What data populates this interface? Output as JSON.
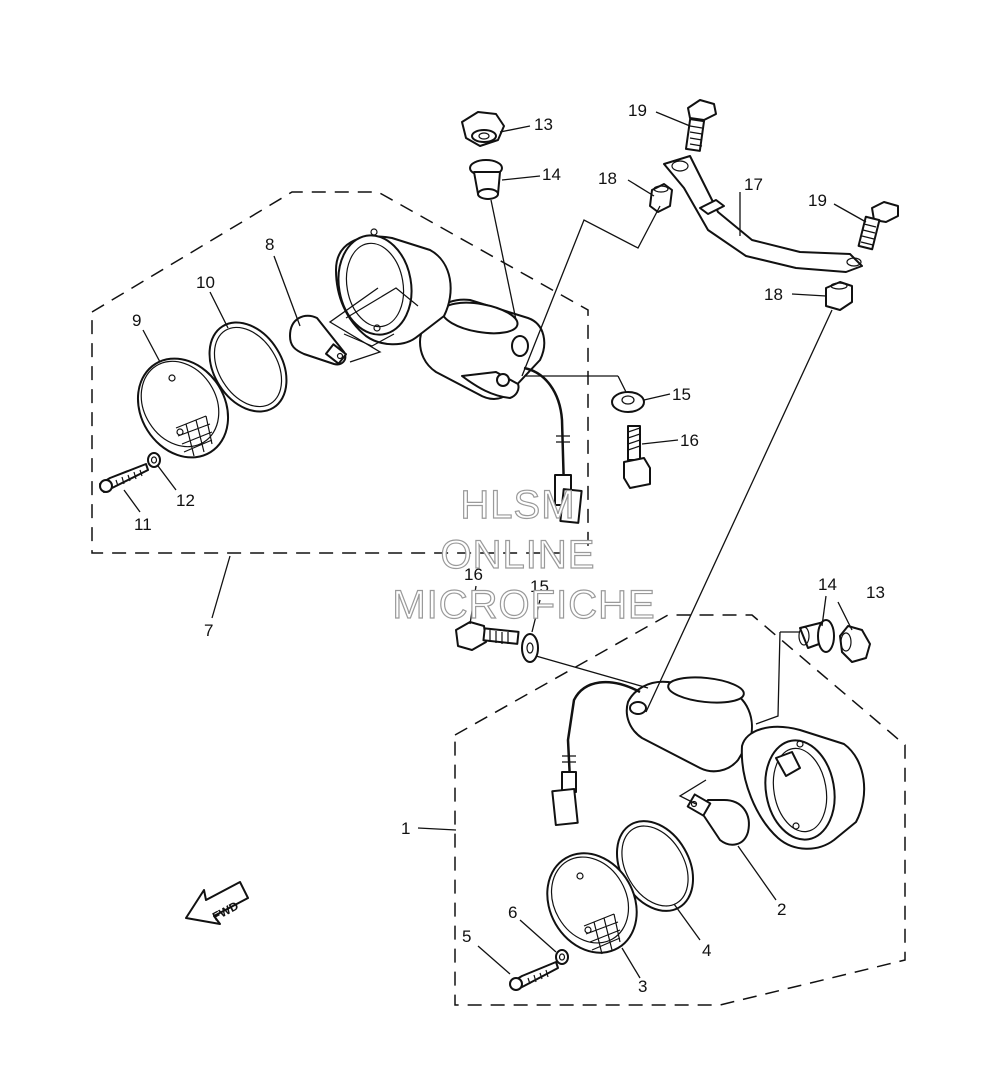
{
  "parts": [
    {
      "id": "p1",
      "label": "1"
    },
    {
      "id": "p2",
      "label": "2"
    },
    {
      "id": "p3",
      "label": "3"
    },
    {
      "id": "p4",
      "label": "4"
    },
    {
      "id": "p5",
      "label": "5"
    },
    {
      "id": "p6",
      "label": "6"
    },
    {
      "id": "p7",
      "label": "7"
    },
    {
      "id": "p8",
      "label": "8"
    },
    {
      "id": "p9",
      "label": "9"
    },
    {
      "id": "p10",
      "label": "10"
    },
    {
      "id": "p11",
      "label": "11"
    },
    {
      "id": "p12",
      "label": "12"
    },
    {
      "id": "p13a",
      "label": "13"
    },
    {
      "id": "p13b",
      "label": "13"
    },
    {
      "id": "p14a",
      "label": "14"
    },
    {
      "id": "p14b",
      "label": "14"
    },
    {
      "id": "p15a",
      "label": "15"
    },
    {
      "id": "p15b",
      "label": "15"
    },
    {
      "id": "p16a",
      "label": "16"
    },
    {
      "id": "p16b",
      "label": "16"
    },
    {
      "id": "p17",
      "label": "17"
    },
    {
      "id": "p18a",
      "label": "18"
    },
    {
      "id": "p18b",
      "label": "18"
    },
    {
      "id": "p19a",
      "label": "19"
    },
    {
      "id": "p19b",
      "label": "19"
    }
  ],
  "watermark": {
    "line1": "HLSM",
    "line2": "ONLINE",
    "line3": "MICROFICHE"
  },
  "fwd_label": "FWD"
}
